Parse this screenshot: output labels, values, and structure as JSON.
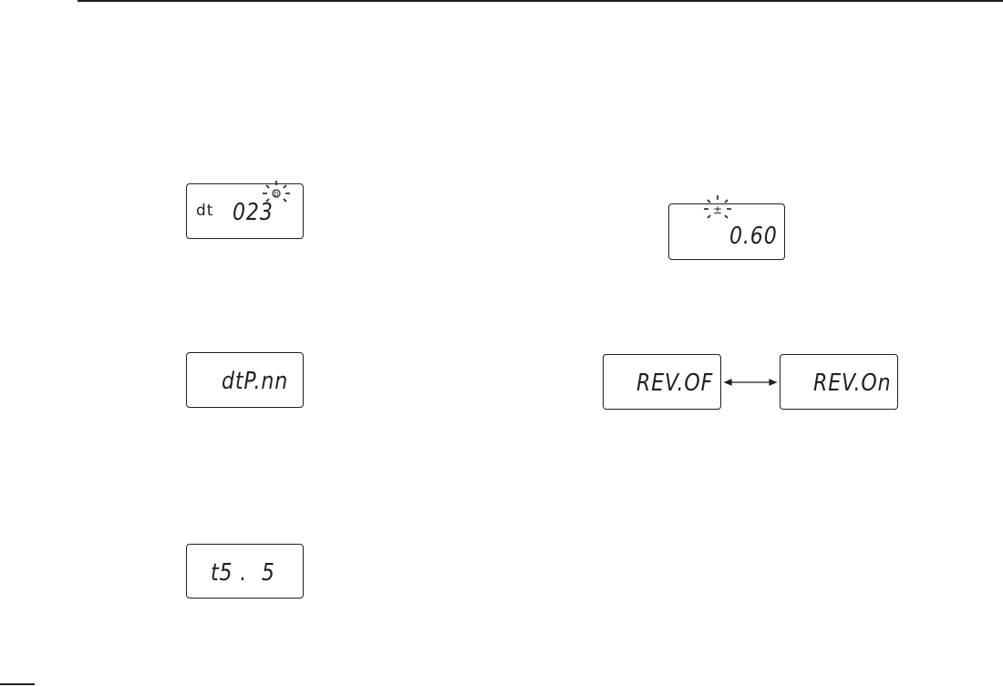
{
  "displays": {
    "dtcs_code": {
      "label": "dt",
      "value": "023",
      "indicator": "D"
    },
    "offset": {
      "indicator": "±",
      "value": "0.60"
    },
    "dtcs_polarity": {
      "value": "dtP.nn"
    },
    "reverse_off": {
      "value": "REV.OF"
    },
    "reverse_on": {
      "value": "REV.On"
    },
    "tuning_step": {
      "value": "t5 .  5"
    }
  }
}
